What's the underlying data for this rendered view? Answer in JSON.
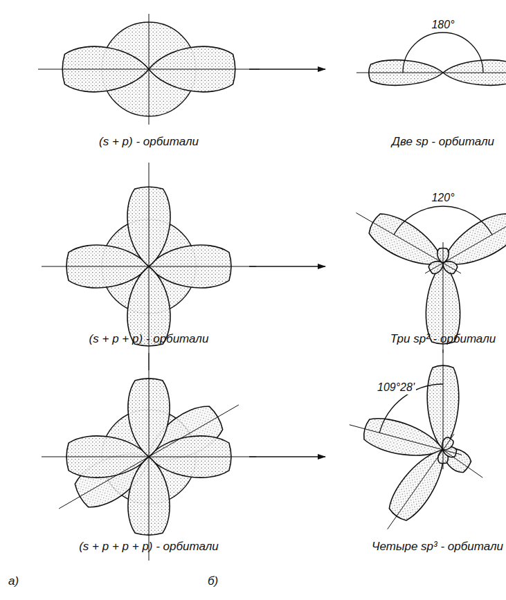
{
  "diagram": {
    "labels": [
      "180°",
      "(s + p) - орбитали",
      "Две sp - орбитали",
      "120°",
      "(s + p + p) - орбитали",
      "Три sp² - орбитали",
      "109°28'",
      "(s + p + p + p) - орбитали",
      "Четыре sp³ - орбитали",
      "а)",
      "б)"
    ]
  }
}
